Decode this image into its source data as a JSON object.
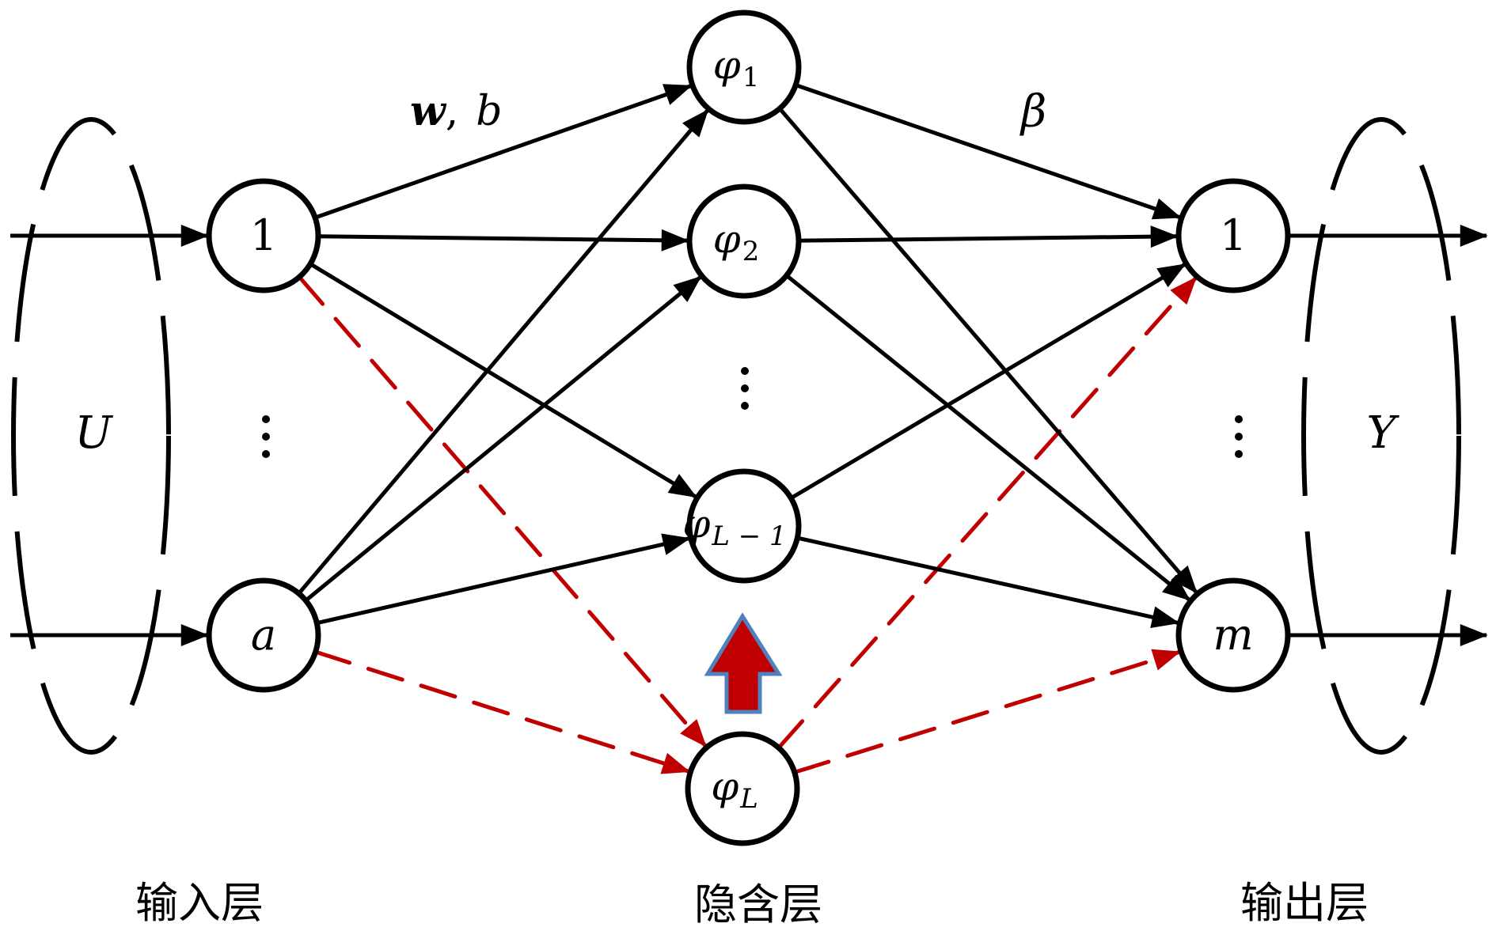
{
  "title": "ELM network with incremental hidden node",
  "colors": {
    "highlight": "#C00000",
    "arrow_border": "#4F81BD",
    "line": "#000000"
  },
  "input_group": {
    "label": "U",
    "layer_label": "输入层"
  },
  "output_group": {
    "label": "Y",
    "layer_label": "输出层"
  },
  "hidden_layer_label": "隐含层",
  "weight_labels": {
    "input_hidden": "w",
    "input_hidden_sep": ",",
    "bias": "b",
    "hidden_output": "β"
  },
  "input_nodes": [
    {
      "id": "in1",
      "label": "1"
    },
    {
      "id": "ina",
      "label": "a"
    }
  ],
  "hidden_nodes": [
    {
      "id": "h1",
      "symbol": "φ",
      "sub": "1"
    },
    {
      "id": "h2",
      "symbol": "φ",
      "sub": "2"
    },
    {
      "id": "hL1",
      "symbol": "φ",
      "sub": "L − 1"
    },
    {
      "id": "hL",
      "symbol": "φ",
      "sub": "L",
      "highlighted": true
    }
  ],
  "output_nodes": [
    {
      "id": "out1",
      "label": "1"
    },
    {
      "id": "outm",
      "label": "m"
    }
  ],
  "ellipsis": "⋮",
  "edges": {
    "solid": [
      [
        "in1",
        "h1"
      ],
      [
        "in1",
        "h2"
      ],
      [
        "in1",
        "hL1"
      ],
      [
        "ina",
        "h1"
      ],
      [
        "ina",
        "h2"
      ],
      [
        "ina",
        "hL1"
      ],
      [
        "h1",
        "out1"
      ],
      [
        "h1",
        "outm"
      ],
      [
        "h2",
        "out1"
      ],
      [
        "h2",
        "outm"
      ],
      [
        "hL1",
        "out1"
      ],
      [
        "hL1",
        "outm"
      ]
    ],
    "dashed_new": [
      [
        "in1",
        "hL"
      ],
      [
        "ina",
        "hL"
      ],
      [
        "hL",
        "out1"
      ],
      [
        "hL",
        "outm"
      ]
    ]
  }
}
